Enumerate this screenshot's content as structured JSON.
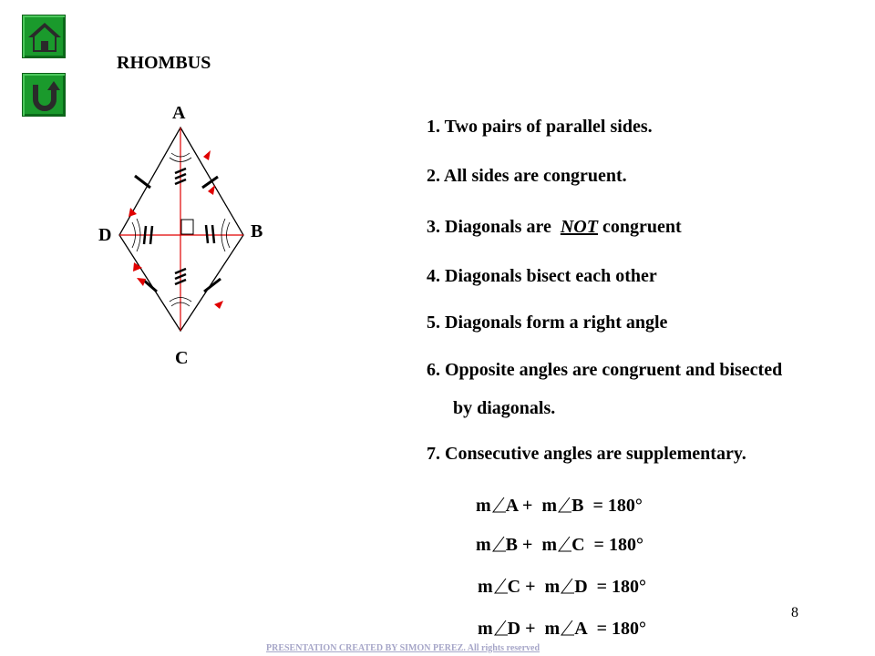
{
  "nav": {
    "home_icon": "home-icon",
    "back_icon": "u-turn-back-icon"
  },
  "title": "RHOMBUS",
  "vertices": {
    "a": "A",
    "b": "B",
    "c": "C",
    "d": "D"
  },
  "properties": [
    "1. Two pairs of parallel sides.",
    "2. All sides are congruent.",
    "3. Diagonals are",
    "4. Diagonals bisect each other",
    "5. Diagonals form a right angle",
    "6. Opposite angles are congruent and bisected",
    "by diagonals.",
    "7. Consecutive angles are supplementary."
  ],
  "prop3_emph": "NOT",
  "prop3_tail": "congruent",
  "equations": [
    {
      "m1": "m",
      "a1": "A",
      "plus": "+",
      "m2": "m",
      "a2": "B",
      "result": "= 180°"
    },
    {
      "m1": "m",
      "a1": "B",
      "plus": "+",
      "m2": "m",
      "a2": "C",
      "result": "= 180°"
    },
    {
      "m1": "m",
      "a1": "C",
      "plus": "+",
      "m2": "m",
      "a2": "D",
      "result": "= 180°"
    },
    {
      "m1": "m",
      "a1": "D",
      "plus": "+",
      "m2": "m",
      "a2": "A",
      "result": "= 180°"
    }
  ],
  "page_number": "8",
  "footer": "PRESENTATION CREATED BY SIMON PEREZ. All rights reserved",
  "colors": {
    "button_green": "#1a9a2c",
    "arrow_red": "#e00000",
    "footer": "#a6a6c8"
  }
}
